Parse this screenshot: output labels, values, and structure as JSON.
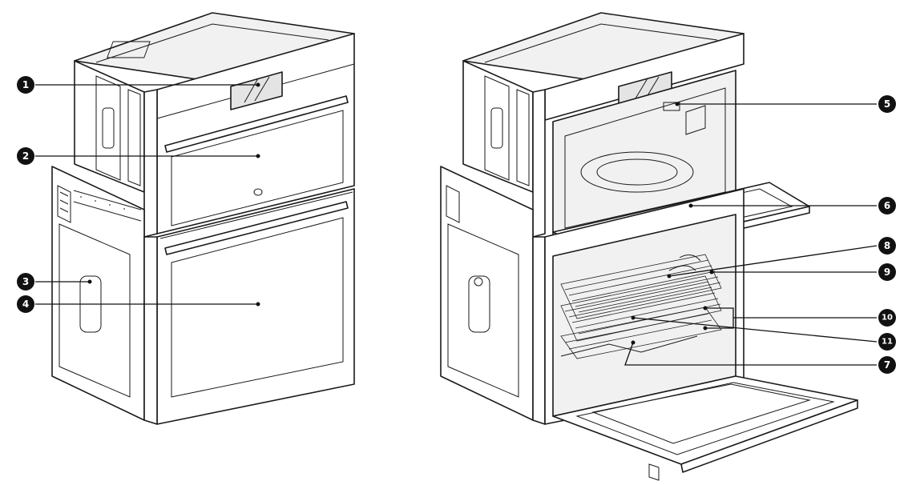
{
  "callouts": [
    {
      "id": "1",
      "label": "1"
    },
    {
      "id": "2",
      "label": "2"
    },
    {
      "id": "3",
      "label": "3"
    },
    {
      "id": "4",
      "label": "4"
    },
    {
      "id": "5",
      "label": "5"
    },
    {
      "id": "6",
      "label": "6"
    },
    {
      "id": "7",
      "label": "7"
    },
    {
      "id": "8",
      "label": "8"
    },
    {
      "id": "9",
      "label": "9"
    },
    {
      "id": "10",
      "label": "10"
    },
    {
      "id": "11",
      "label": "11"
    }
  ],
  "colors": {
    "line": "#1a1a1a",
    "badge": "#111111",
    "background": "#ffffff"
  }
}
